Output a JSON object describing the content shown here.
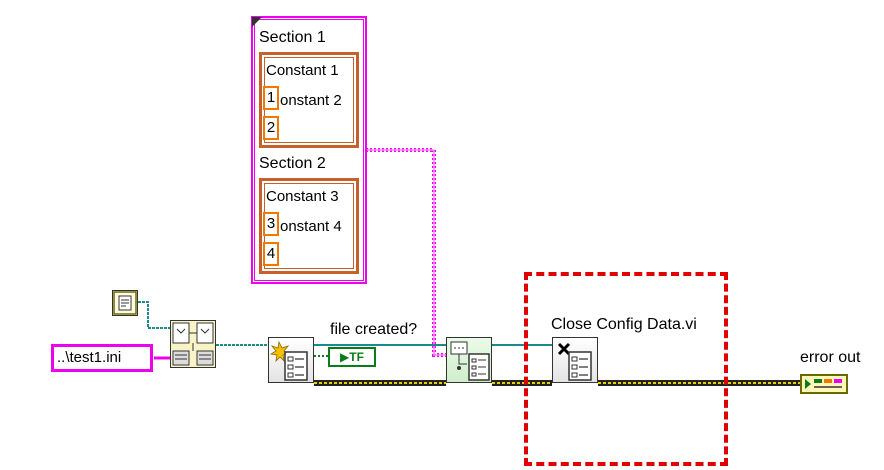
{
  "cluster": {
    "sections": [
      {
        "label": "Section 1",
        "constants": [
          "Constant 1",
          "onstant 2"
        ],
        "values": [
          "1",
          "2"
        ]
      },
      {
        "label": "Section 2",
        "constants": [
          "Constant 3",
          "onstant 4"
        ],
        "values": [
          "3",
          "4"
        ]
      }
    ]
  },
  "path_constant": {
    "value": "..\\test1.ini"
  },
  "labels": {
    "file_created": "file created?",
    "bool_indicator": "▶TF",
    "close_config": "Close Config Data.vi",
    "error_out": "error out"
  },
  "colors": {
    "path_wire": "#ee00ee",
    "refnum_wire": "#1a8a8a",
    "error_wire": "#c8b400",
    "cluster_border": "#c8602c",
    "numeric_border": "#f07800",
    "highlight": "#e00000",
    "boolean": "#0a7d1a"
  }
}
